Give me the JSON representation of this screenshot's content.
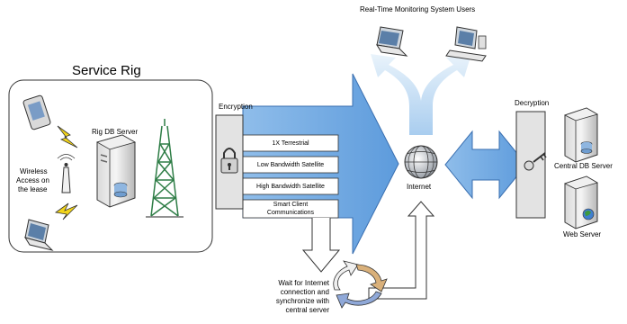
{
  "labels": {
    "monitoring_users": "Real-Time Monitoring System Users",
    "service_rig": "Service Rig",
    "encryption": "Encryption",
    "decryption": "Decryption",
    "rig_db_server": "Rig DB Server",
    "wireless_line1": "Wireless",
    "wireless_line2": "Access on",
    "wireless_line3": "the lease",
    "link_1x": "1X Terrestrial",
    "link_low_sat": "Low Bandwidth Satellite",
    "link_high_sat": "High Bandwidth Satellite",
    "link_smart_line1": "Smart Client",
    "link_smart_line2": "Communications",
    "internet": "Internet",
    "central_db_server": "Central DB Server",
    "web_server": "Web Server",
    "wait_line1": "Wait for Internet",
    "wait_line2": "connection and",
    "wait_line3": "synchronize with",
    "wait_line4": "central server"
  },
  "icons": [
    "laptop-icon",
    "desktop-computer-icon",
    "pda-icon",
    "lightning-icon",
    "antenna-icon",
    "server-icon",
    "oil-derrick-icon",
    "padlock-icon",
    "globe-icon",
    "key-icon",
    "sync-cycle-icon"
  ],
  "colors": {
    "arrow_blue": "#7aaee6",
    "arrow_light_blue": "#cfe3f5",
    "lightning_yellow": "#f2d41a",
    "derrick_green": "#2e7d46"
  }
}
